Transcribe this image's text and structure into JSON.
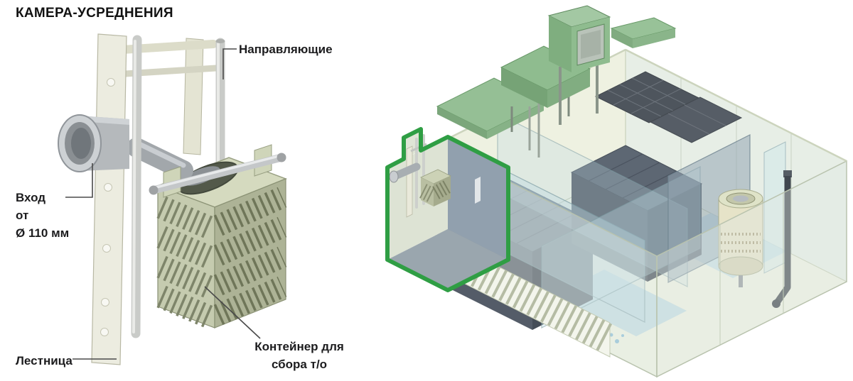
{
  "title": "КАМЕРА-УСРЕДНЕНИЯ",
  "labels": {
    "guides": "Направляющие",
    "inlet": {
      "line1": "Вход",
      "line2": "от",
      "line3": "Ø 110 мм"
    },
    "ladder": "Лестница",
    "container": {
      "line1": "Контейнер для",
      "line2": "сбора т/о"
    }
  },
  "colors": {
    "highlight_green": "#2f9e44",
    "equipment_green": "#8fbc8f",
    "basket_olive": "#c5cbaf",
    "water_blue": "#aecfdd",
    "background": "#ffffff"
  }
}
